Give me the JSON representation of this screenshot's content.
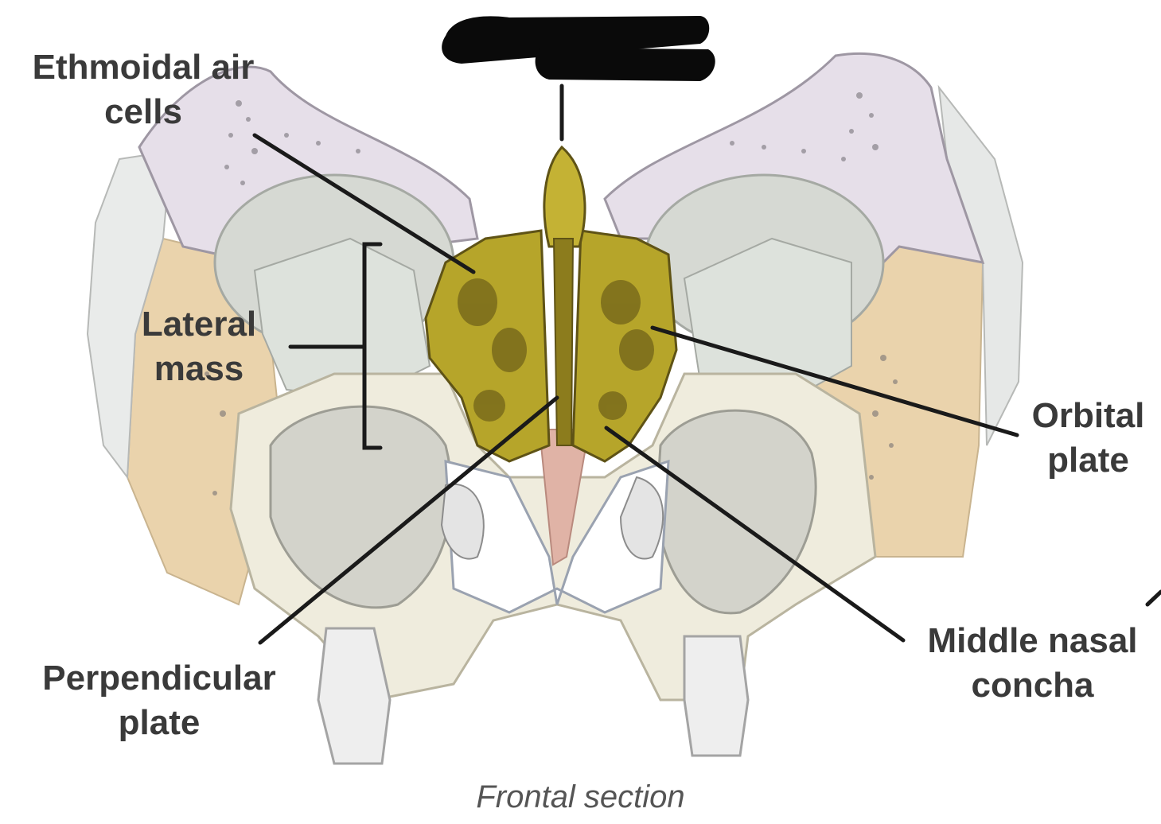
{
  "labels": {
    "ethmoidal_air_cells": [
      "Ethmoidal air",
      "cells"
    ],
    "lateral_mass": [
      "Lateral",
      "mass"
    ],
    "perpendicular_plate": [
      "Perpendicular",
      "plate"
    ],
    "orbital_plate": [
      "Orbital",
      "plate"
    ],
    "middle_nasal_concha": [
      "Middle nasal",
      "concha"
    ]
  },
  "caption": "Frontal section",
  "colors": {
    "ethmoid_bone": "#b6a52a",
    "ethmoid_dark": "#5f5316",
    "frontal_bone": "#e6dfe9",
    "cancellous_bone": "#cfc0a0",
    "orbit_wall": "#d8dcd4",
    "cheek_bone": "#f0ede0",
    "zygomatic_tan": "#ead3ac",
    "septal_cartilage": "#e0b3a6",
    "leader_line": "#1a1a1a",
    "redaction": "#0a0a0a",
    "label_text": "#3a3a3a"
  }
}
